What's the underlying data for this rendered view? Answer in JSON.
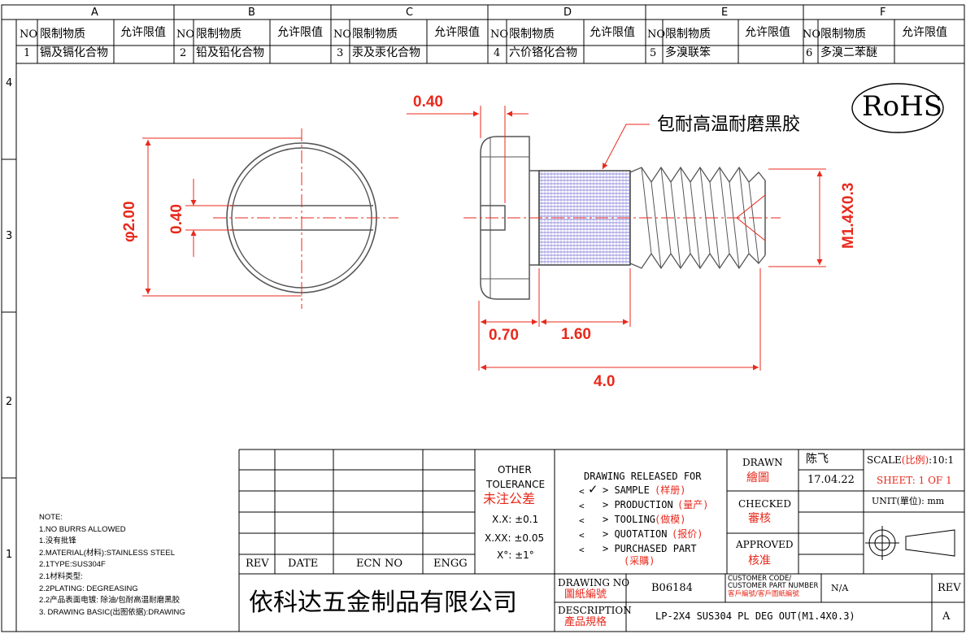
{
  "columns": [
    "A",
    "B",
    "C",
    "D",
    "E",
    "F"
  ],
  "rows": [
    "4",
    "3",
    "2",
    "1"
  ],
  "restricted": {
    "no_label": "NO",
    "substance_label": "限制物质",
    "limit_label": "允许限值",
    "items": [
      {
        "no": "1",
        "name": "镉及镉化合物"
      },
      {
        "no": "2",
        "name": "铅及铅化合物"
      },
      {
        "no": "3",
        "name": "汞及汞化合物"
      },
      {
        "no": "4",
        "name": "六价铬化合物"
      },
      {
        "no": "5",
        "name": "多溴联笨"
      },
      {
        "no": "6",
        "name": "多溴二苯醚"
      }
    ]
  },
  "rohs": "RoHS",
  "callout": "包耐高温耐磨黑胶",
  "dimensions": {
    "diameter": "φ2.00",
    "slot_width": "0.40",
    "slot_depth": "0.40",
    "head_height": "0.70",
    "knurl_length": "1.60",
    "total_length": "4.0",
    "thread": "M1.4X0.3"
  },
  "notes": [
    "NOTE:",
    "1.NO BURRS ALLOWED",
    "1.没有批锋",
    "2.MATERIAL(材料):STAINLESS STEEL",
    "2.1TYPE:SUS304F",
    "2.1材料类型:",
    "2.2PLATING: DEGREASING",
    "2.2产品表面电镀: 除油/包耐高温耐磨黑胶",
    "3. DRAWING BASIC(出图依据):DRAWING"
  ],
  "rev_table": {
    "rev": "REV",
    "date": "DATE",
    "ecn": "ECN NO",
    "engg": "ENGG"
  },
  "tolerance": {
    "title1": "OTHER",
    "title2": "TOLERANCE",
    "title_cn": "未注公差",
    "x1": "X.X: ±0.1",
    "x2": "X.XX: ±0.05",
    "x3": "X°: ±1°"
  },
  "release": {
    "title": "DRAWING RELEASED FOR",
    "items": [
      {
        "mark": "<",
        "checked": true,
        "label": "> SAMPLE",
        "cn": "(样册)"
      },
      {
        "mark": "<",
        "checked": false,
        "label": "> PRODUCTION",
        "cn": "(量产)"
      },
      {
        "mark": "<",
        "checked": false,
        "label": "> TOOLING",
        "cn": "(做模)"
      },
      {
        "mark": "<",
        "checked": false,
        "label": "> QUOTATION",
        "cn": "(报价)"
      },
      {
        "mark": "<",
        "checked": false,
        "label": "> PURCHASED PART",
        "cn": ""
      }
    ],
    "purchased_cn": "(采購)"
  },
  "approval": {
    "drawn": "DRAWN",
    "drawn_cn": "繪圖",
    "drawn_name": "陈飞",
    "drawn_date": "17.04.22",
    "checked": "CHECKED",
    "checked_cn": "審核",
    "approved": "APPROVED",
    "approved_cn": "核准"
  },
  "scale": {
    "label": "SCALE",
    "label_cn": "(比例)",
    "value": ":10:1"
  },
  "sheet": {
    "text": "SHEET:  1 OF 1"
  },
  "unit": {
    "label": "UNIT(",
    "label_cn": "單位",
    "value": "): mm"
  },
  "company": "依科达五金制品有限公司",
  "drawing_no": {
    "label": "DRAWING NO",
    "label_cn": "圖紙編號",
    "value": "B06184"
  },
  "customer": {
    "line1": "CUSTOMER CODE/",
    "line2": "CUSTOMER PART NUMBER",
    "line3": "客戶編號/客戶圖紙編號",
    "value": "N/A"
  },
  "rev": {
    "label": "REV",
    "value": "A"
  },
  "description": {
    "label": "DESCRIPTION",
    "label_cn": "產品規格",
    "value": "LP-2X4 SUS304 PL DEG OUT(M1.4X0.3)"
  }
}
